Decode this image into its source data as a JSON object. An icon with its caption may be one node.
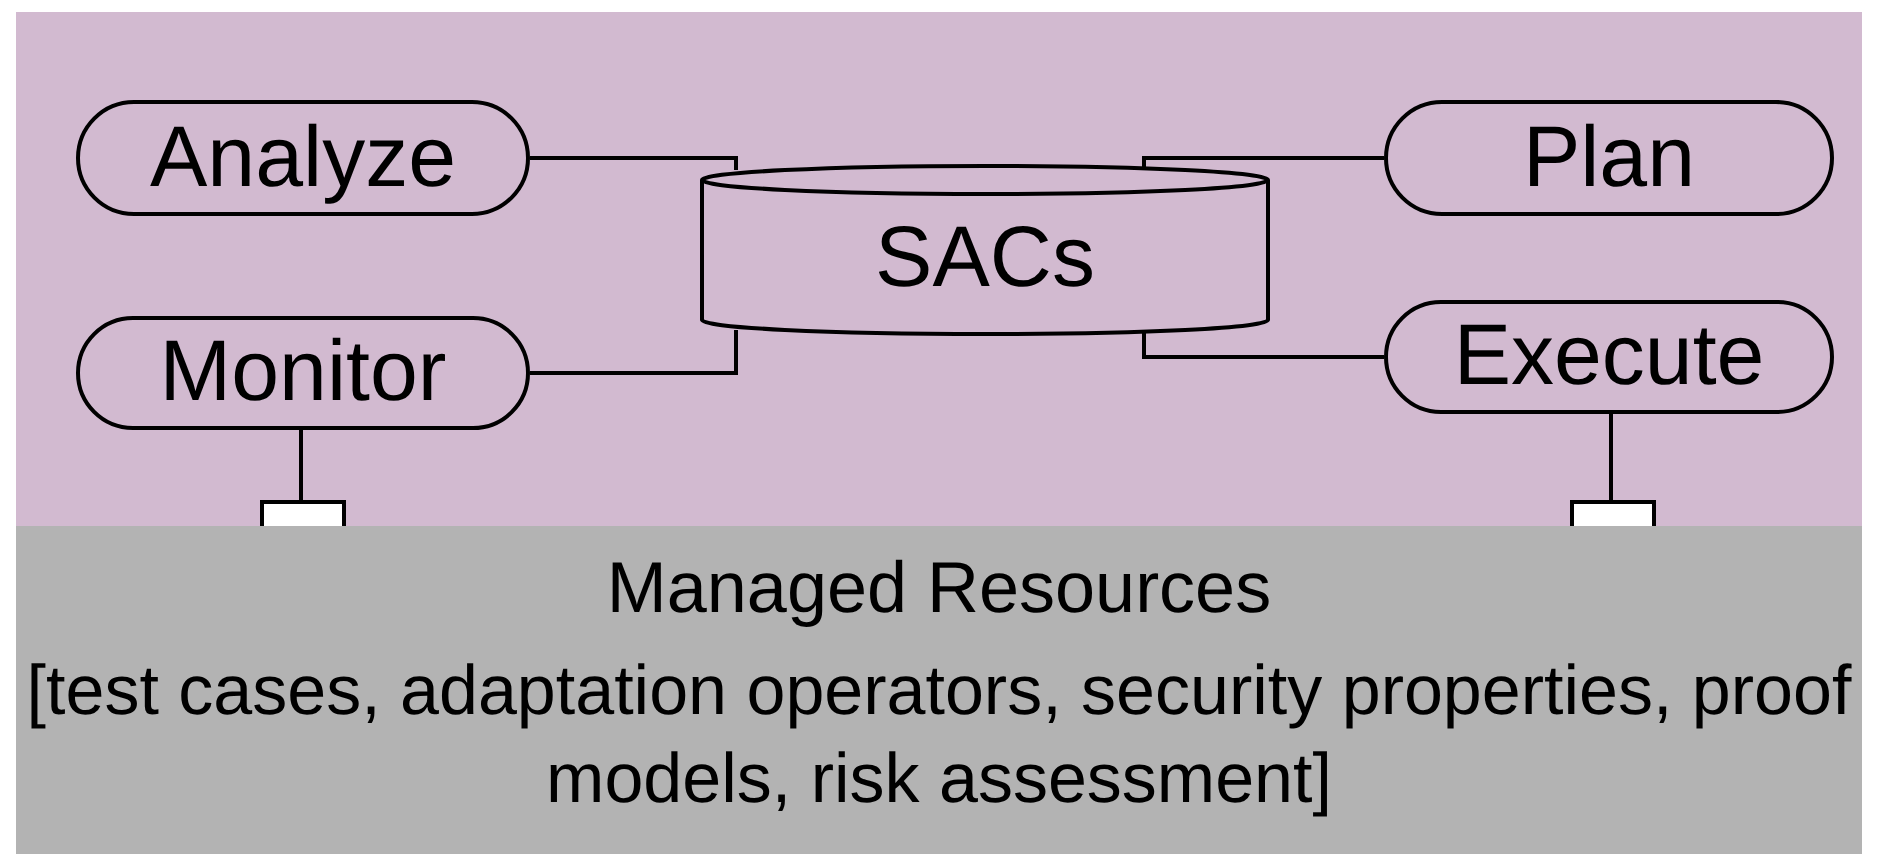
{
  "diagram": {
    "nodes": [
      {
        "text": [],
        "shape": "box"
      },
      {
        "text": [
          "Analyze"
        ],
        "in": 0
      },
      {
        "text": [
          "SACs"
        ],
        "in": 0
      },
      {
        "text": [
          "Plan"
        ],
        "in": 0
      },
      {
        "text": [
          "Monitor"
        ],
        "in": 0
      },
      {
        "text": [
          "Execute"
        ],
        "in": 0
      },
      {
        "text": [],
        "shape": "box",
        "in": 0
      },
      {
        "text": [],
        "shape": "box",
        "in": 0
      },
      {
        "text": [
          "Managed Resources",
          "[test cases, adaptation operators, security properties, proof models, risk assessment]"
        ]
      }
    ],
    "edges": [
      {
        "from": 1,
        "to": 2,
        "arrow": "none"
      },
      {
        "from": 3,
        "to": 2,
        "arrow": "none"
      },
      {
        "from": 4,
        "to": 2,
        "arrow": "none"
      },
      {
        "from": 5,
        "to": 2,
        "arrow": "none"
      },
      {
        "from": 4,
        "to": 6,
        "arrow": "none"
      },
      {
        "from": 5,
        "to": 7,
        "arrow": "none"
      }
    ]
  }
}
